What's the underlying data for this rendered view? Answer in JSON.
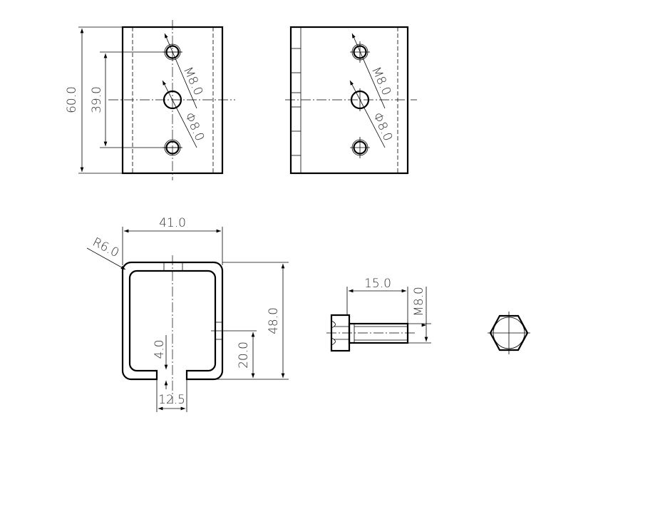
{
  "views": {
    "front": {
      "height_dim": "60.0",
      "hole_spacing_dim": "39.0",
      "thread_label": "M8.0",
      "hole_dia_label": "Φ8.0"
    },
    "back": {
      "thread_label": "M8.0",
      "hole_dia_label": "Φ8.0"
    },
    "profile": {
      "width_dim": "41.0",
      "radius_label": "R6.0",
      "height_dim": "48.0",
      "slot_height_dim": "20.0",
      "lip_dim": "4.0",
      "slot_width_dim": "12.5"
    },
    "bolt": {
      "length_dim": "15.0",
      "thread_dim": "M8.0"
    }
  },
  "colors": {
    "line": "#000000",
    "background": "#ffffff"
  }
}
